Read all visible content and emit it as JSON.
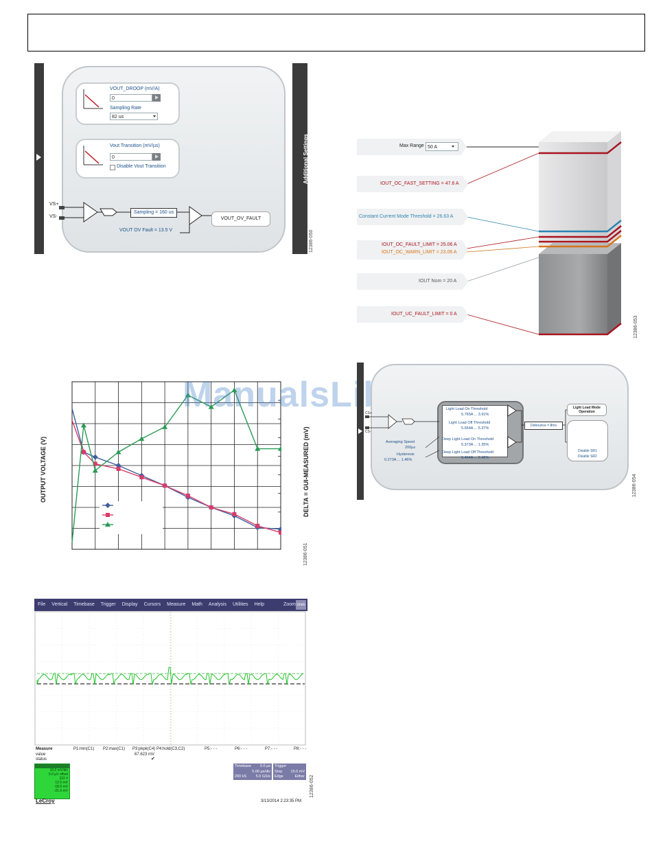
{
  "watermark": "ManualsLib.com",
  "fig1": {
    "id": "12386-050",
    "droop_label": "VOUT_DROOP (mV/A)",
    "droop_value": "0",
    "sampling_rate_label": "Sampling Rate",
    "sampling_rate_value": "82 us",
    "transition_label": "Vout Transition (mV/µs)",
    "transition_value": "0",
    "disable_transition_label": "Disable Vout Transition",
    "vs_plus": "VS+",
    "vs_minus": "VS-",
    "sampling_box": "Sampling = 160 us",
    "ov_fault_label": "VOUT OV Fault = 13.5 V",
    "ov_fault_box": "VOUT_OV_FAULT",
    "side_label": "Additional Settings"
  },
  "fig2": {
    "id": "12386-053",
    "max_range_label": "Max Range",
    "max_range_value": "50 A",
    "labels": {
      "fast_setting": "IOUT_OC_FAST_SETTING = 47.6 A",
      "cc_threshold": "Constant Current Mode Threshold = 26.63 A",
      "fault_limit": "IOUT_OC_FAULT_LIMIT = 25.06 A",
      "warn_limit": "IOUT_OC_WARN_LIMIT = 23.06 A",
      "nom": "IOUT Nom = 20 A",
      "uc_fault": "IOUT_UC_FAULT_LIMIT = 0 A"
    },
    "colors": {
      "red": "#a8141e",
      "blue": "#2b82b2",
      "orange": "#d4741a",
      "gray": "#9aa0a6"
    }
  },
  "fig3": {
    "id": "12386-051",
    "ylabel_left": "OUTPUT VOLTAGE (V)",
    "ylabel_right": "DELTA = GUI-MEASURED (mV)"
  },
  "chart_data": {
    "type": "line",
    "ylabel": "OUTPUT VOLTAGE (V)",
    "y2label": "DELTA = GUI-MEASURED (mV)",
    "grid": true,
    "legend": "bottom-left",
    "x": [
      0,
      0.5,
      1,
      2,
      3,
      4,
      5,
      6,
      7,
      8,
      9
    ],
    "series": [
      {
        "color": "#3f5f9f",
        "marker": "diamond",
        "values": [
          0.84,
          0.58,
          0.55,
          0.5,
          0.44,
          0.38,
          0.31,
          0.25,
          0.2,
          0.13,
          0.12
        ]
      },
      {
        "color": "#d83b6a",
        "marker": "square",
        "values": [
          0.77,
          0.58,
          0.51,
          0.48,
          0.43,
          0.38,
          0.32,
          0.25,
          0.21,
          0.14,
          0.1
        ]
      },
      {
        "color": "#2a9a55",
        "marker": "triangle",
        "values": [
          0.04,
          0.74,
          0.47,
          0.58,
          0.66,
          0.73,
          0.92,
          0.85,
          0.95,
          0.6,
          0.6
        ]
      }
    ]
  },
  "fig4": {
    "id": "12386-052",
    "menu": [
      "File",
      "Vertical",
      "Timebase",
      "Trigger",
      "Display",
      "Cursors",
      "Measure",
      "Math",
      "Analysis",
      "Utilities",
      "Help"
    ],
    "zoom_label": "Zoom",
    "undo_label": "Undo",
    "measure_header": [
      "Measure",
      "P1:min(C1)",
      "P2:max(C1)",
      "P3:pkpk(C4)",
      "P4:hold(C3,C2)",
      "P5:- - -",
      "P6:- - -",
      "P7:- - -",
      "P8:- - -"
    ],
    "value_label": "value",
    "status_label": "status",
    "pkpk_value": "67.623 mV",
    "channel_box": [
      "10.0 mV/div",
      "0.0 µV offset",
      "222 #",
      "12.5 mV",
      "-18.5 mV",
      "-21.6 mV"
    ],
    "timebase_box": [
      "Timebase",
      "0.0 µs",
      "5.00 µs/div",
      "200 kS",
      "5.0 GS/s"
    ],
    "trigger_box": [
      "Trigger",
      "Stop",
      "15.0 mV",
      "Edge",
      "Either"
    ],
    "brand": "LeCroy",
    "timestamp": "3/13/2014 2:23:35 PM"
  },
  "fig5": {
    "id": "12386-054",
    "thresholds": [
      "Light Load On Threshold",
      "5.765A ... 3.91%",
      "Light Load Off Threshold",
      "5.654A ... 5.37%",
      "Deep Light Load On Threshold",
      "5.373A ... 1.35%",
      "Deep Light Load Off Threshold",
      "5.464A ... 2.42%"
    ],
    "avg_speed_label": "Averaging Speed",
    "avg_speed_value": "200µs",
    "hysteresis_label": "Hysteresis",
    "hysteresis_value": "0.273A ... 1.46%",
    "debounce": "Debounce = 8ms",
    "mode_box": "Light Load Mode Operation",
    "disable1": "Disable SR1",
    "disable2": "Disable SR2",
    "cs_plus": "CS+",
    "cs_minus": "CS-"
  }
}
